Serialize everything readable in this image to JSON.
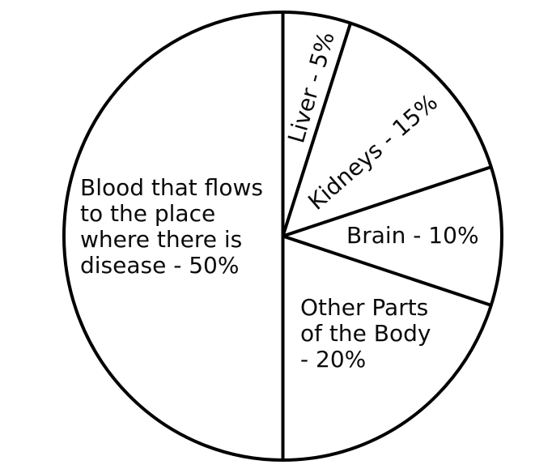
{
  "chart_data": {
    "type": "pie",
    "title": "",
    "slices": [
      {
        "label": "Blood that flows to the place where there is disease",
        "value": 50
      },
      {
        "label": "Liver",
        "value": 5
      },
      {
        "label": "Kidneys",
        "value": 15
      },
      {
        "label": "Brain",
        "value": 10
      },
      {
        "label": "Other Parts of the Body",
        "value": 20
      }
    ],
    "unit": "%",
    "start_angle_deg": 90,
    "direction": "clockwise",
    "fill": "none",
    "stroke_color": "#000000",
    "background_color": "#ffffff",
    "legend_position": "none",
    "labels_inside_slices": true
  },
  "labels": {
    "blood": "Blood that flows\nto the place\nwhere there is\ndisease - 50%",
    "liver": "Liver - 5%",
    "kidneys": "Kidneys - 15%",
    "brain": "Brain - 10%",
    "other": "Other Parts\nof the Body\n- 20%"
  },
  "colors": {
    "stroke": "#000000",
    "background": "#ffffff"
  }
}
